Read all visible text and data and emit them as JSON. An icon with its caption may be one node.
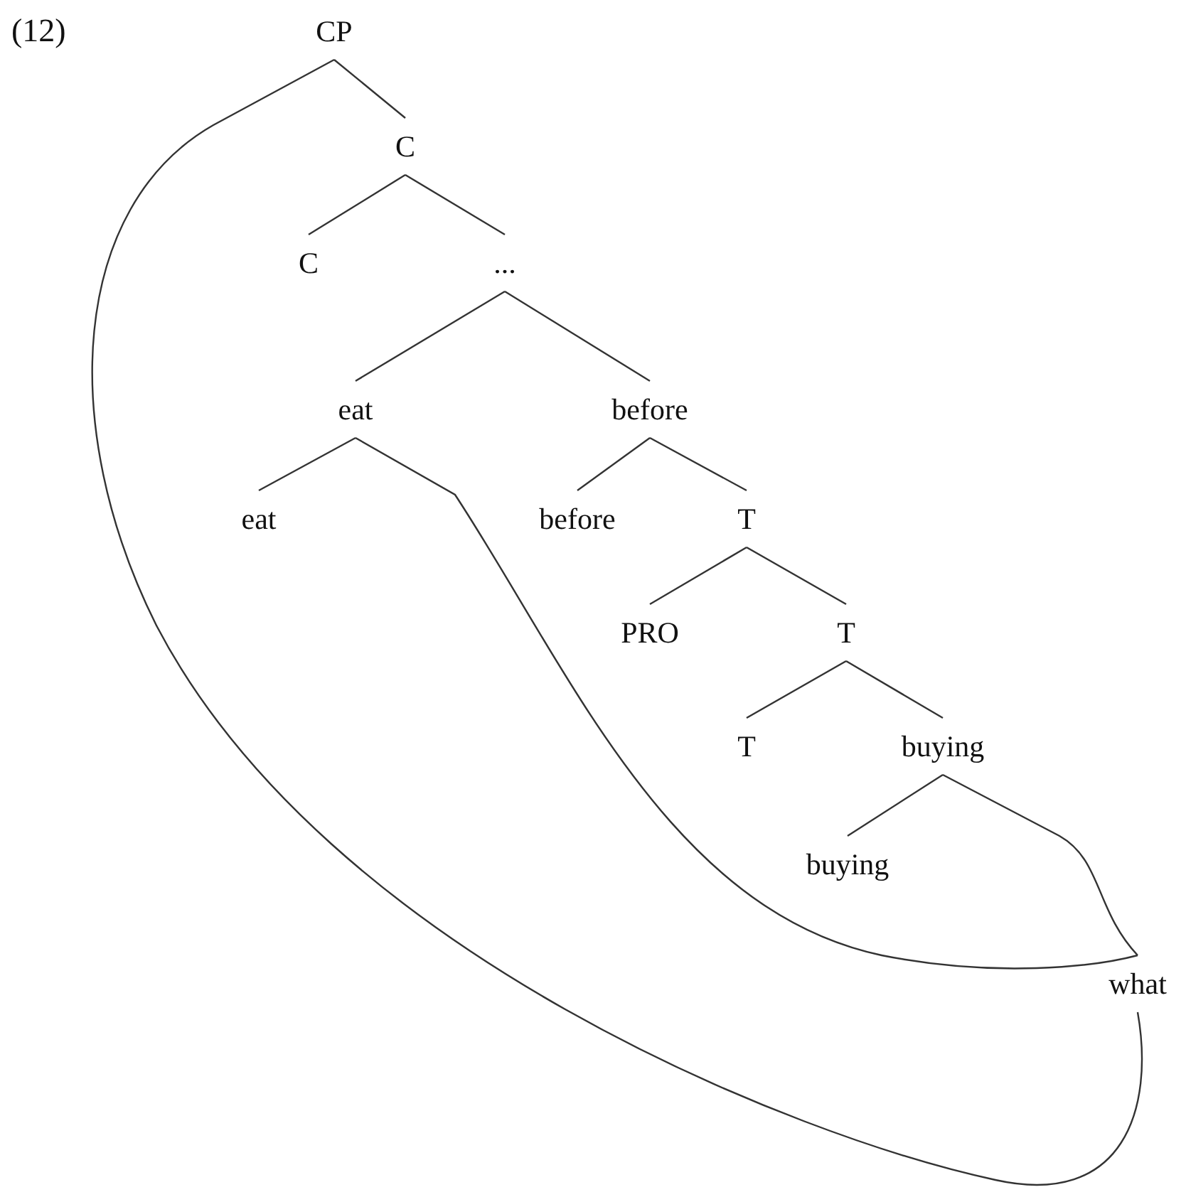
{
  "diagram": {
    "nodes": [
      {
        "text": [
          "CP"
        ]
      },
      {
        "text": [
          "C"
        ]
      },
      {
        "text": [
          "C"
        ]
      },
      {
        "text": [
          "..."
        ]
      },
      {
        "text": [
          "eat"
        ]
      },
      {
        "text": [
          "before"
        ]
      },
      {
        "text": [
          "eat"
        ]
      },
      {
        "text": [
          "before"
        ]
      },
      {
        "text": [
          "T"
        ]
      },
      {
        "text": [
          "PRO"
        ]
      },
      {
        "text": [
          "T"
        ]
      },
      {
        "text": [
          "T"
        ]
      },
      {
        "text": [
          "buying"
        ]
      },
      {
        "text": [
          "buying"
        ]
      },
      {
        "text": [
          "what"
        ]
      }
    ],
    "edges": [
      {
        "from": 0,
        "to": 1,
        "arrow": "none"
      },
      {
        "from": 0,
        "to": 14,
        "arrow": "none"
      },
      {
        "from": 1,
        "to": 2,
        "arrow": "none"
      },
      {
        "from": 1,
        "to": 3,
        "arrow": "none"
      },
      {
        "from": 3,
        "to": 4,
        "arrow": "none"
      },
      {
        "from": 3,
        "to": 5,
        "arrow": "none"
      },
      {
        "from": 4,
        "to": 6,
        "arrow": "none"
      },
      {
        "from": 4,
        "to": 14,
        "arrow": "none"
      },
      {
        "from": 5,
        "to": 7,
        "arrow": "none"
      },
      {
        "from": 5,
        "to": 8,
        "arrow": "none"
      },
      {
        "from": 8,
        "to": 9,
        "arrow": "none"
      },
      {
        "from": 8,
        "to": 10,
        "arrow": "none"
      },
      {
        "from": 10,
        "to": 11,
        "arrow": "none"
      },
      {
        "from": 10,
        "to": 12,
        "arrow": "none"
      },
      {
        "from": 12,
        "to": 13,
        "arrow": "none"
      },
      {
        "from": 12,
        "to": 14,
        "arrow": "none"
      }
    ],
    "labels": [
      "(12)"
    ]
  }
}
